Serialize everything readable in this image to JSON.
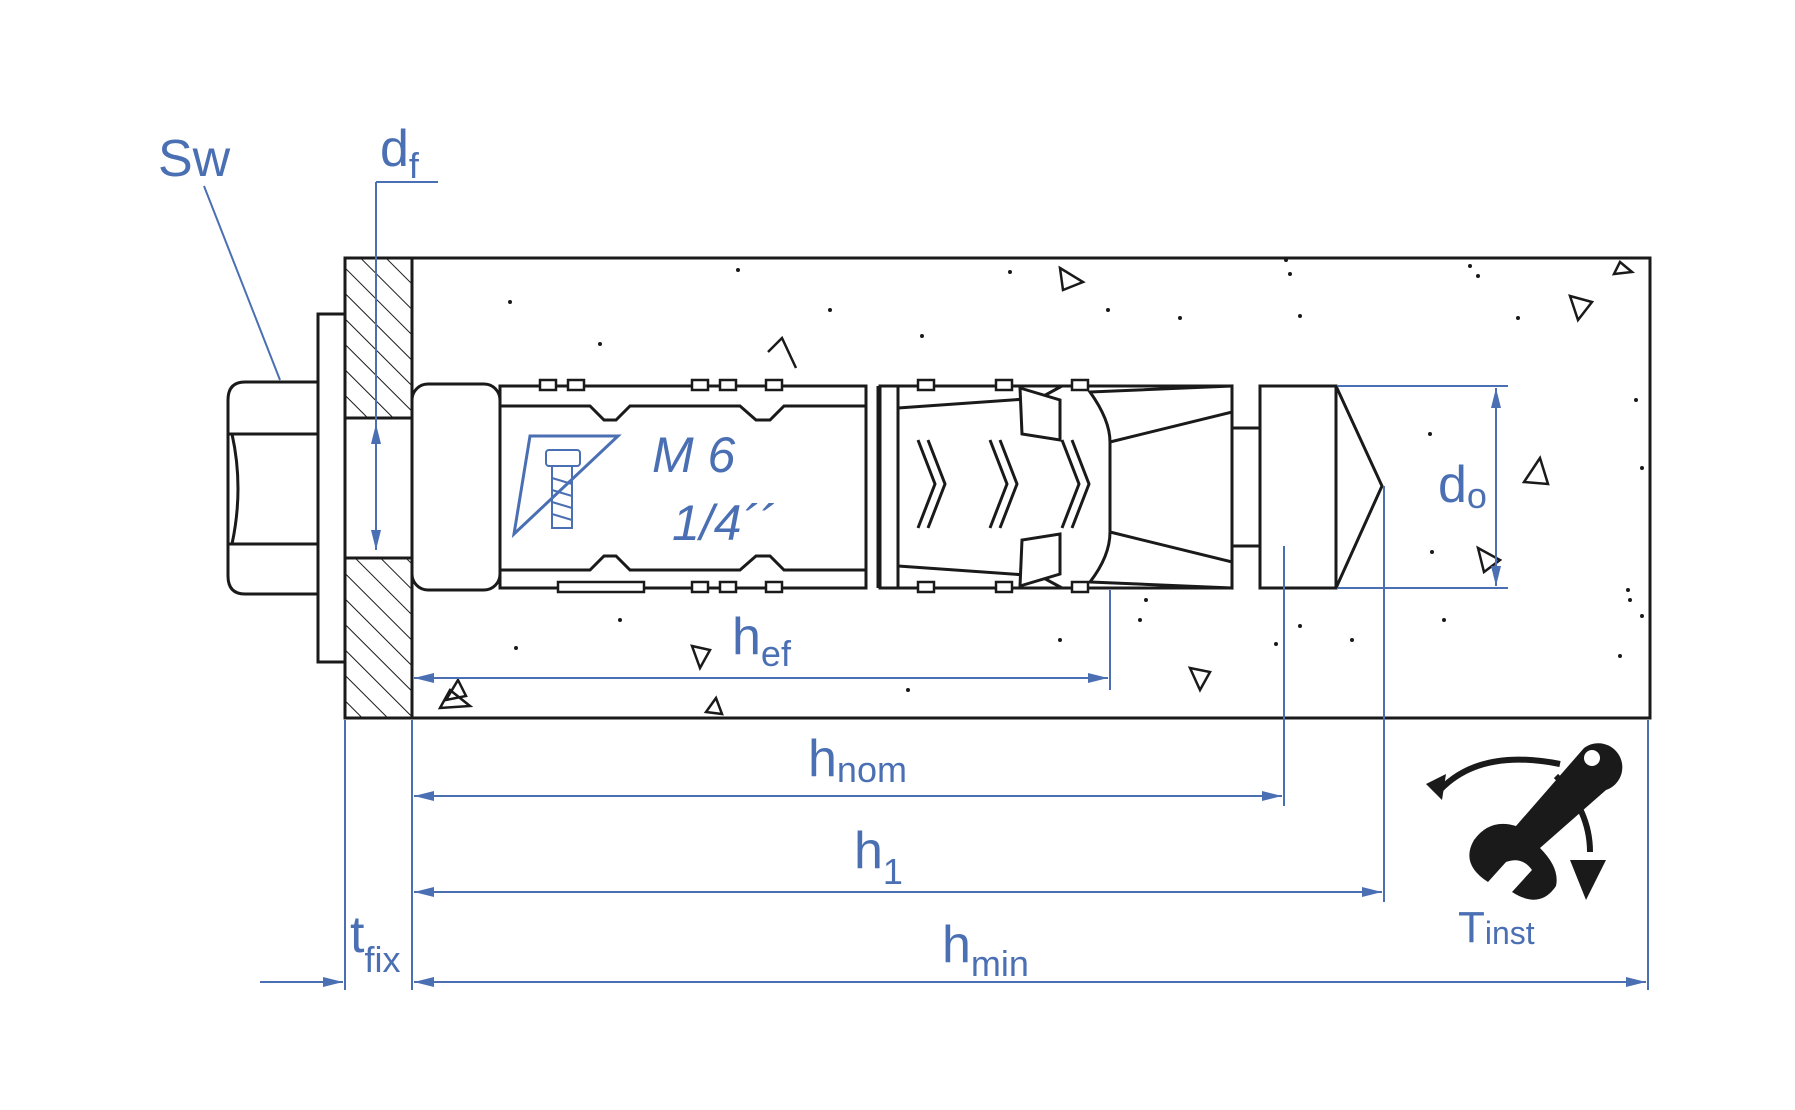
{
  "labels": {
    "sw": "Sw",
    "df_main": "d",
    "df_sub": "f",
    "do_main": "d",
    "do_sub": "o",
    "hef_main": "h",
    "hef_sub": "ef",
    "hnom_main": "h",
    "hnom_sub": "nom",
    "h1_main": "h",
    "h1_sub": "1",
    "hmin_main": "h",
    "hmin_sub": "min",
    "tfix_main": "t",
    "tfix_sub": "fix",
    "tinst_main": "T",
    "tinst_sub": "inst",
    "marking_size": "M 6",
    "marking_inch": "1/4´´"
  },
  "icons": {
    "torque": "wrench-torque-icon",
    "brand": "bolt-logo-icon"
  },
  "colors": {
    "dimension": "#4a6fb3",
    "outline": "#1a1a1a"
  }
}
